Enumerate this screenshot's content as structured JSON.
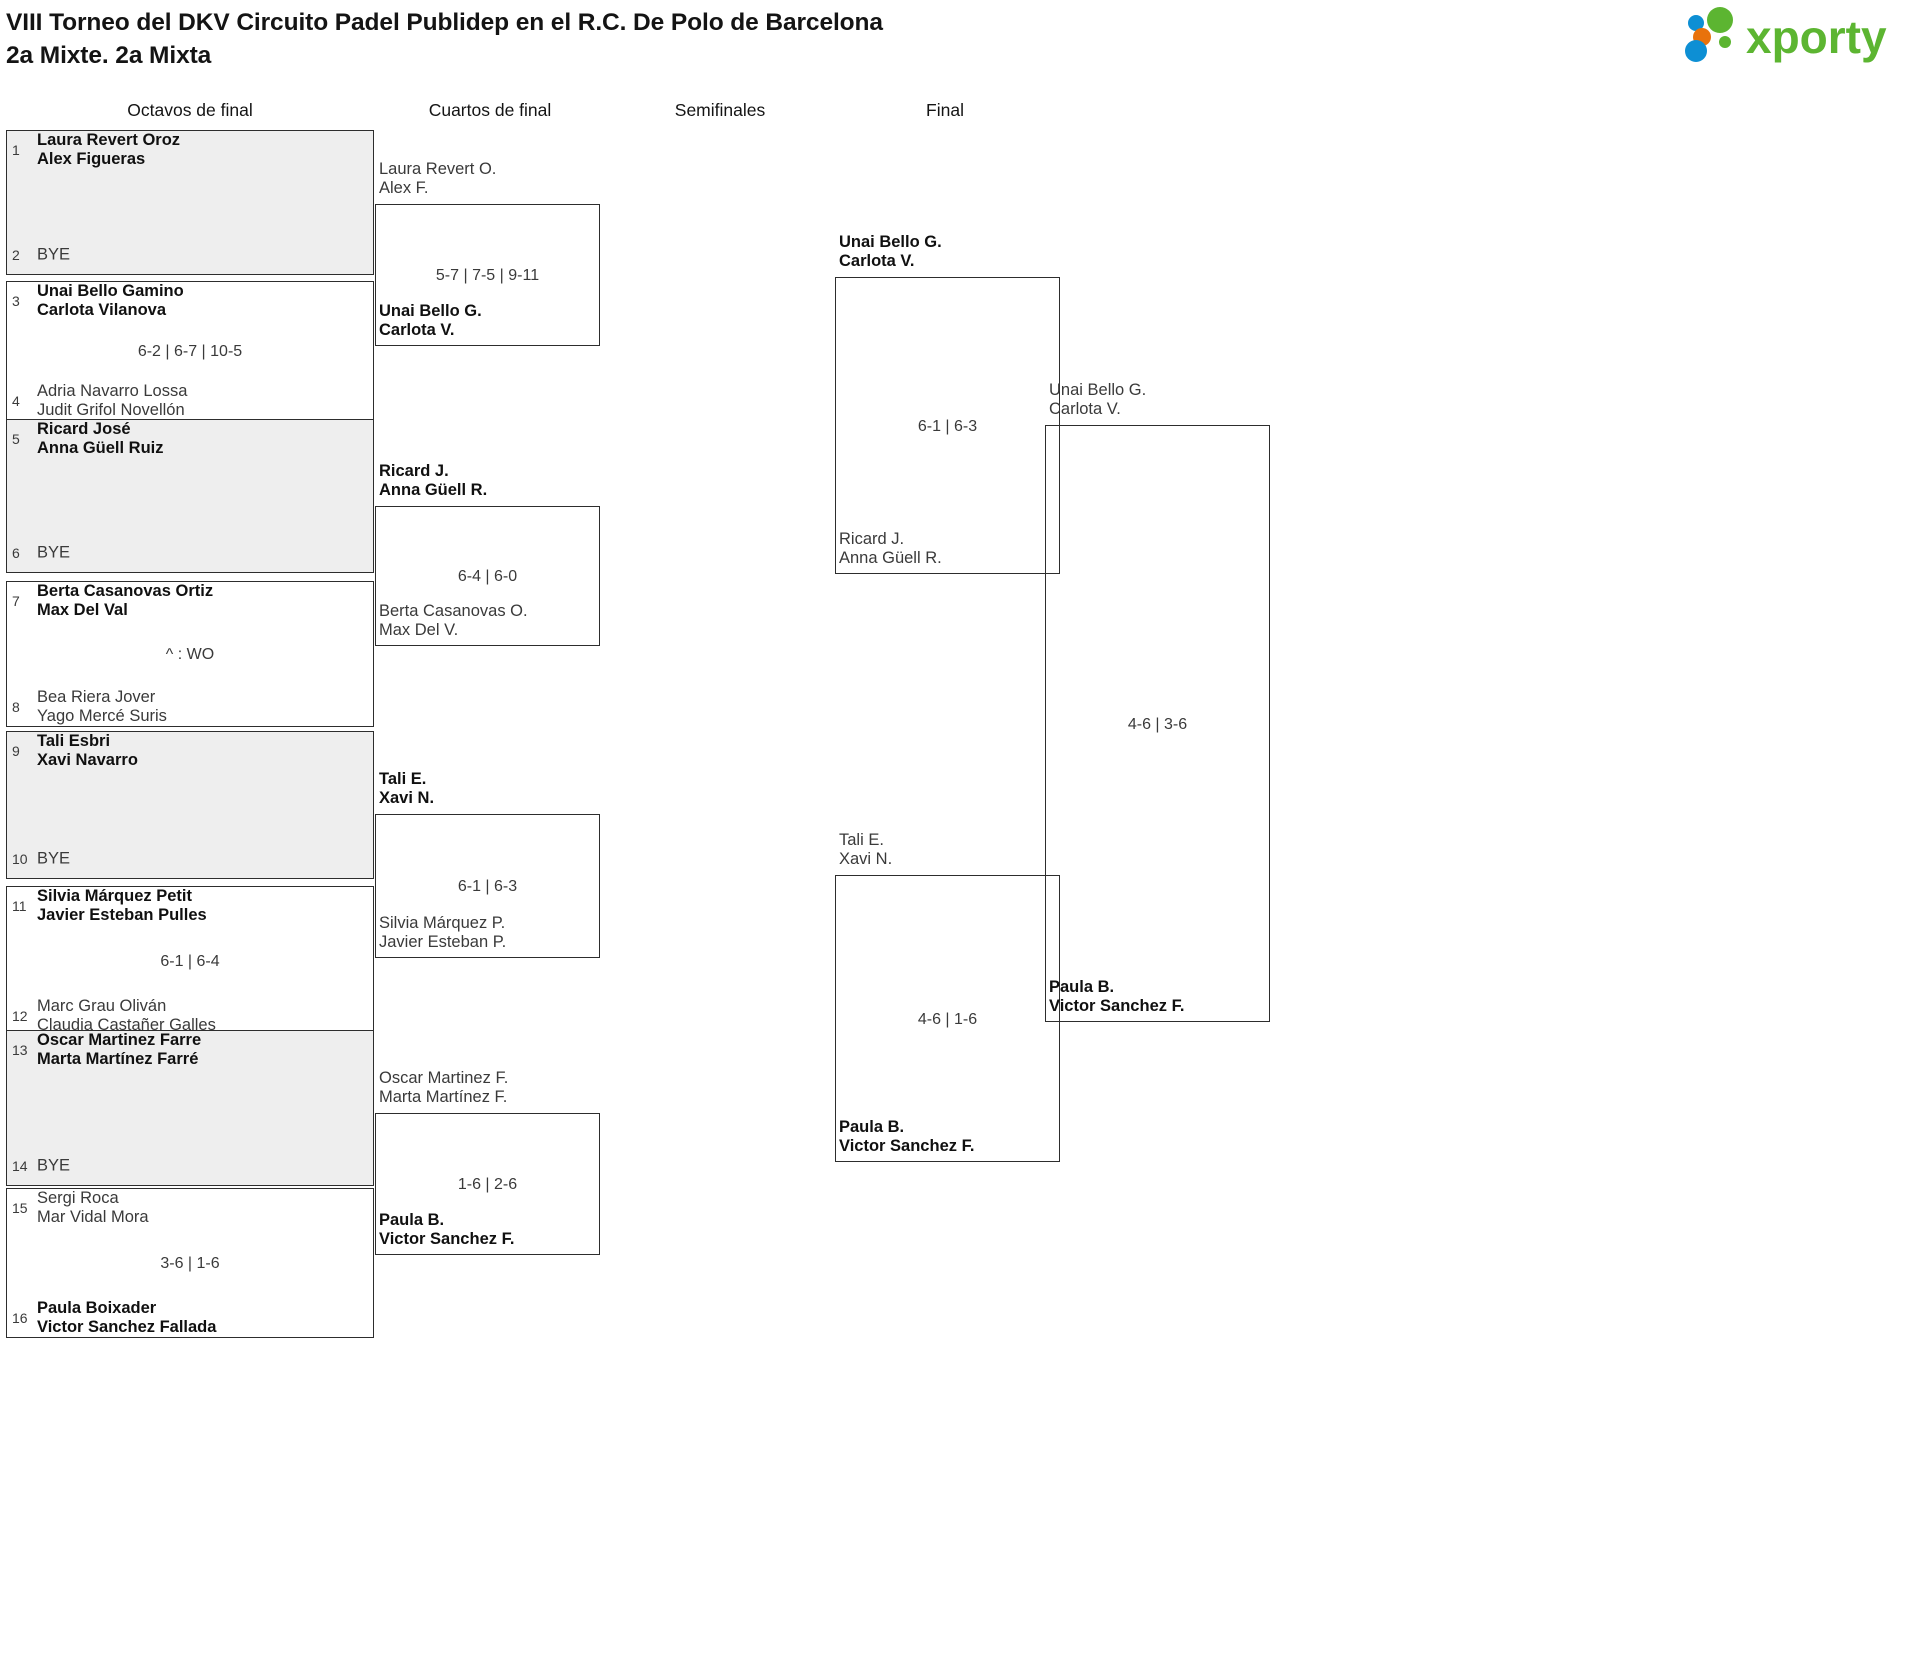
{
  "header": {
    "title_line1": "VIII Torneo del DKV Circuito Padel Publidep en el R.C. De Polo de Barcelona",
    "title_line2": "2a Mixte. 2a Mixta",
    "brand": "xporty",
    "brand_colors": {
      "green": "#5cb531",
      "blue": "#0d8fd4",
      "orange": "#e8720c"
    }
  },
  "rounds": [
    {
      "label": "Octavos de final"
    },
    {
      "label": "Cuartos de final"
    },
    {
      "label": "Semifinales"
    },
    {
      "label": "Final"
    }
  ],
  "round1": {
    "pairs": [
      {
        "shade": "shaded",
        "top": {
          "seed": "1",
          "p1": "Laura Revert Oroz",
          "p2": "Alex Figueras",
          "winner": true,
          "bye": false
        },
        "bottom": {
          "seed": "2",
          "p1": "BYE",
          "p2": "",
          "winner": false,
          "bye": true
        },
        "score": ""
      },
      {
        "shade": "plain",
        "top": {
          "seed": "3",
          "p1": "Unai Bello Gamino",
          "p2": "Carlota Vilanova",
          "winner": true,
          "bye": false
        },
        "bottom": {
          "seed": "4",
          "p1": "Adria Navarro Lossa",
          "p2": "Judit Grifol Novellón",
          "winner": false,
          "bye": false
        },
        "score": "6-2 | 6-7 | 10-5"
      },
      {
        "shade": "shaded",
        "top": {
          "seed": "5",
          "p1": "Ricard José",
          "p2": "Anna Güell Ruiz",
          "winner": true,
          "bye": false
        },
        "bottom": {
          "seed": "6",
          "p1": "BYE",
          "p2": "",
          "winner": false,
          "bye": true
        },
        "score": ""
      },
      {
        "shade": "plain",
        "top": {
          "seed": "7",
          "p1": "Berta Casanovas Ortiz",
          "p2": "Max Del Val",
          "winner": true,
          "bye": false
        },
        "bottom": {
          "seed": "8",
          "p1": "Bea Riera Jover",
          "p2": "Yago Mercé Suris",
          "winner": false,
          "bye": false
        },
        "score": "^ : WO"
      },
      {
        "shade": "shaded",
        "top": {
          "seed": "9",
          "p1": "Tali Esbri",
          "p2": "Xavi Navarro",
          "winner": true,
          "bye": false
        },
        "bottom": {
          "seed": "10",
          "p1": "BYE",
          "p2": "",
          "winner": false,
          "bye": true
        },
        "score": ""
      },
      {
        "shade": "plain",
        "top": {
          "seed": "11",
          "p1": "Silvia Márquez Petit",
          "p2": "Javier Esteban Pulles",
          "winner": true,
          "bye": false
        },
        "bottom": {
          "seed": "12",
          "p1": "Marc Grau Oliván",
          "p2": "Claudia Castañer Galles",
          "winner": false,
          "bye": false
        },
        "score": "6-1 | 6-4"
      },
      {
        "shade": "shaded",
        "top": {
          "seed": "13",
          "p1": "Oscar Martinez Farre",
          "p2": "Marta Martínez Farré",
          "winner": true,
          "bye": false
        },
        "bottom": {
          "seed": "14",
          "p1": "BYE",
          "p2": "",
          "winner": false,
          "bye": true
        },
        "score": ""
      },
      {
        "shade": "plain",
        "top": {
          "seed": "15",
          "p1": "Sergi Roca",
          "p2": "Mar Vidal Mora",
          "winner": false,
          "bye": false
        },
        "bottom": {
          "seed": "16",
          "p1": "Paula Boixader",
          "p2": "Victor Sanchez Fallada",
          "winner": true,
          "bye": false
        },
        "score": "3-6 | 1-6"
      }
    ]
  },
  "round2": {
    "matches": [
      {
        "above": {
          "p1": "Laura Revert O.",
          "p2": "Alex F.",
          "winner": false
        },
        "below": {
          "p1": "Unai Bello G.",
          "p2": "Carlota V.",
          "winner": true
        },
        "score": "5-7 | 7-5 | 9-11"
      },
      {
        "above": {
          "p1": "Ricard J.",
          "p2": "Anna Güell R.",
          "winner": true
        },
        "below": {
          "p1": "Berta Casanovas O.",
          "p2": "Max Del V.",
          "winner": false
        },
        "score": "6-4 | 6-0"
      },
      {
        "above": {
          "p1": "Tali E.",
          "p2": "Xavi N.",
          "winner": true
        },
        "below": {
          "p1": "Silvia Márquez P.",
          "p2": "Javier Esteban P.",
          "winner": false
        },
        "score": "6-1 | 6-3"
      },
      {
        "above": {
          "p1": "Oscar Martinez F.",
          "p2": "Marta Martínez F.",
          "winner": false
        },
        "below": {
          "p1": "Paula B.",
          "p2": "Victor Sanchez F.",
          "winner": true
        },
        "score": "1-6 | 2-6"
      }
    ]
  },
  "round3": {
    "matches": [
      {
        "above": {
          "p1": "Unai Bello G.",
          "p2": "Carlota V.",
          "winner": true
        },
        "below": {
          "p1": "Ricard J.",
          "p2": "Anna Güell R.",
          "winner": false
        },
        "score": "6-1 | 6-3"
      },
      {
        "above": {
          "p1": "Tali E.",
          "p2": "Xavi N.",
          "winner": false
        },
        "below": {
          "p1": "Paula B.",
          "p2": "Victor Sanchez F.",
          "winner": true
        },
        "score": "4-6 | 1-6"
      }
    ]
  },
  "round4": {
    "matches": [
      {
        "above": {
          "p1": "Unai Bello G.",
          "p2": "Carlota V.",
          "winner": false
        },
        "below": {
          "p1": "Paula B.",
          "p2": "Victor Sanchez F.",
          "winner": true
        },
        "score": "4-6 | 3-6"
      }
    ]
  }
}
